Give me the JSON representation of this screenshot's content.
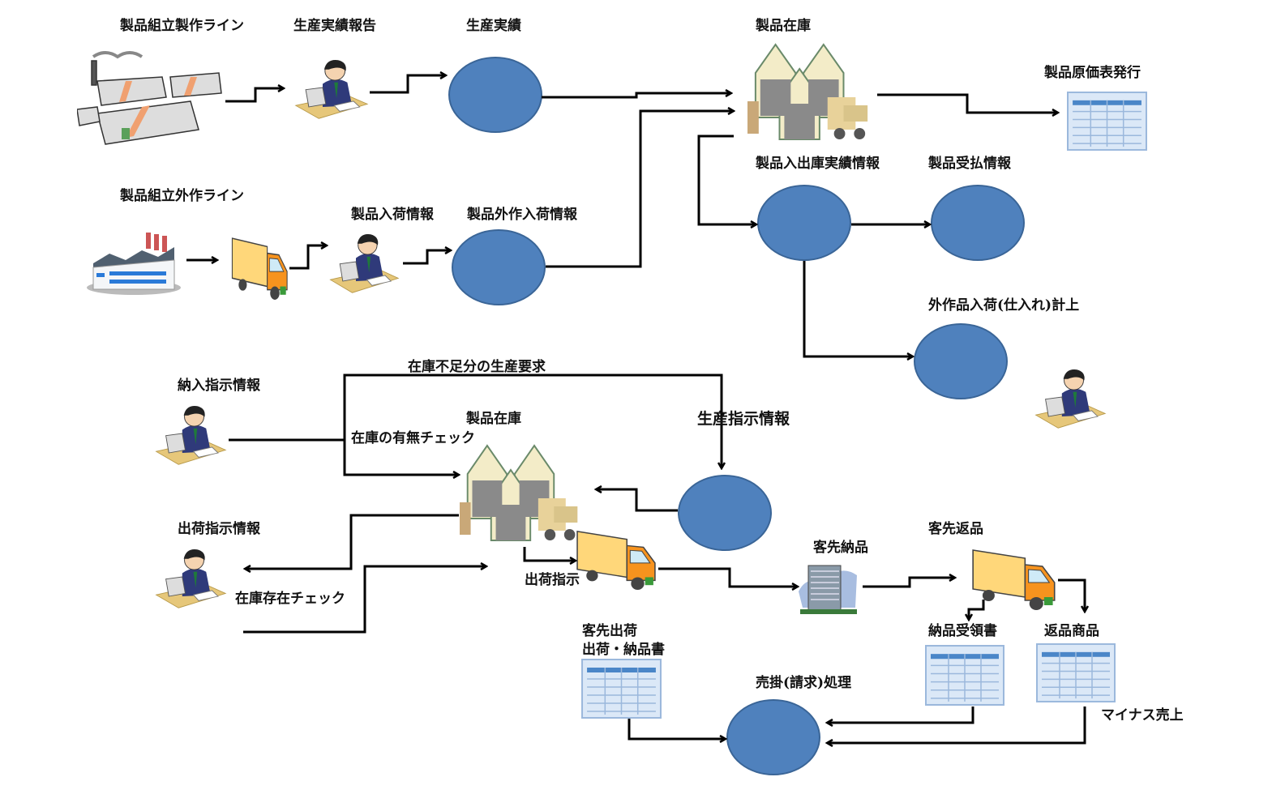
{
  "colors": {
    "process_fill": "#4f81bd",
    "process_stroke": "#3a6597",
    "line": "#000000"
  },
  "labels": {
    "assembly_line_inhouse": "製品組立製作ライン",
    "production_report": "生産実績報告",
    "production_results": "生産実績",
    "product_inventory_top": "製品在庫",
    "cost_sheet_issue": "製品原価表発行",
    "inout_records": "製品入出庫実績情報",
    "receipt_payment_info": "製品受払情報",
    "assembly_line_outsourced": "製品組立外作ライン",
    "product_arrival_info": "製品入荷情報",
    "outsourced_arrival_info": "製品外作入荷情報",
    "outsourced_purchase": "外作品入荷(仕入れ)計上",
    "shortage_production_request": "在庫不足分の生産要求",
    "delivery_instruction_info": "納入指示情報",
    "product_inventory_bottom": "製品在庫",
    "production_instruction_info": "生産指示情報",
    "stock_availability_check": "在庫の有無チェック",
    "shipping_instruction_info": "出荷指示情報",
    "customer_return": "客先返品",
    "customer_delivery": "客先納品",
    "shipping_instruction": "出荷指示",
    "stock_existence_check": "在庫存在チェック",
    "customer_shipment": "客先出荷",
    "shipment_delivery_note": "出荷・納品書",
    "delivery_receipt": "納品受領書",
    "returned_goods": "返品商品",
    "receivables_processing": "売掛(請求)処理",
    "negative_sales": "マイナス売上"
  },
  "icons": [
    "factory-icon",
    "office-worker-icon",
    "warehouse-icon",
    "document-icon",
    "truck-icon",
    "building-icon"
  ]
}
